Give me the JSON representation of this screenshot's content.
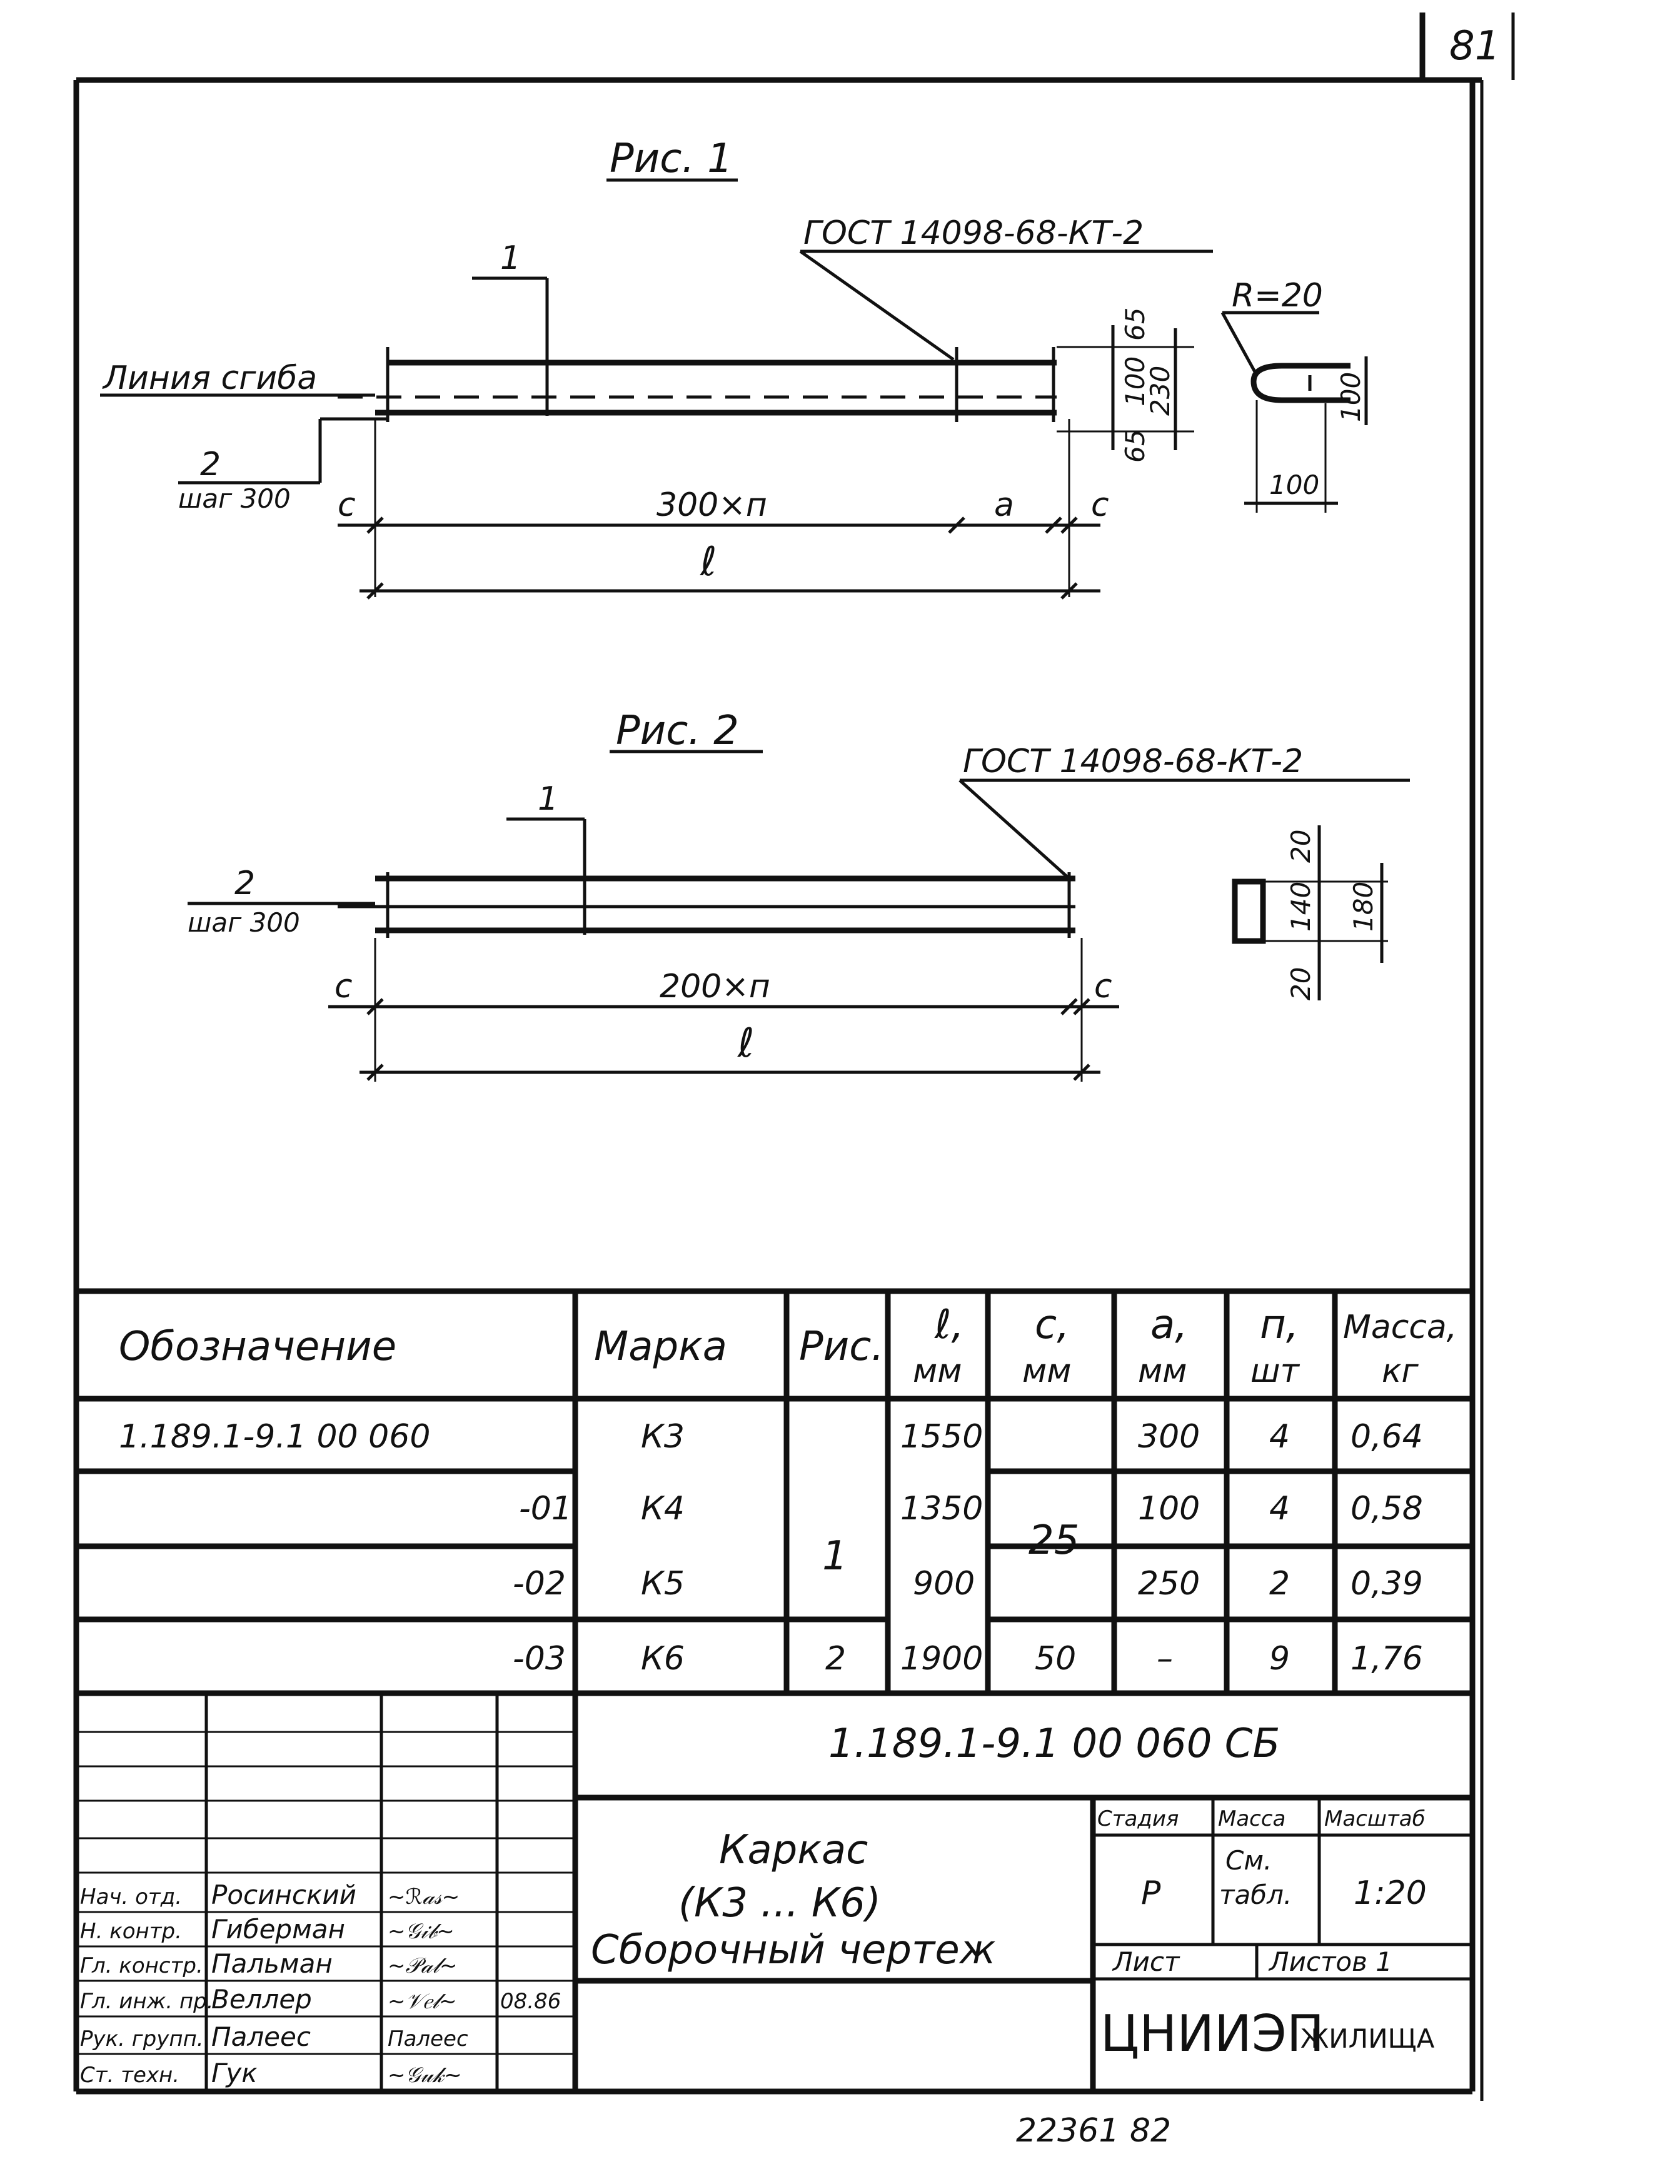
{
  "page_number": "81",
  "footer_number": "22361   82",
  "fig1": {
    "title": "Рис. 1",
    "gost": "ГОСТ 14098-68-КТ-2",
    "pos1": "1",
    "bend_line": "Линия сгиба",
    "pos2": "2",
    "pos2_step": "шаг 300",
    "dim_c": "c",
    "dim_main": "300×п",
    "dim_a": "а",
    "dim_l": "ℓ",
    "dim_65_top": "65",
    "dim_100": "100",
    "dim_230": "230",
    "dim_65_bottom": "65",
    "radius": "R=20",
    "sec_100_v": "100",
    "sec_100_h": "100"
  },
  "fig2": {
    "title": "Рис. 2",
    "gost": "ГОСТ 14098-68-КТ-2",
    "pos1": "1",
    "pos2": "2",
    "pos2_step": "шаг 300",
    "dim_c": "c",
    "dim_main": "200×п",
    "dim_l": "ℓ",
    "dim_20_top": "20",
    "dim_140": "140",
    "dim_180": "180",
    "dim_20_bottom": "20"
  },
  "spec_table": {
    "headers": {
      "designation": "Обозначение",
      "mark": "Марка",
      "fig": "Рис.",
      "l": "ℓ,",
      "l_unit": "мм",
      "c": "с,",
      "c_unit": "мм",
      "a": "а,",
      "a_unit": "мм",
      "n": "п,",
      "n_unit": "шт",
      "mass": "Масса,",
      "mass_unit": "кг"
    },
    "rows": [
      {
        "designation": "1.189.1-9.1  00 060",
        "mark": "К3",
        "l": "1550",
        "a": "300",
        "n": "4",
        "mass": "0,64"
      },
      {
        "designation": "-01",
        "mark": "К4",
        "l": "1350",
        "a": "100",
        "n": "4",
        "mass": "0,58"
      },
      {
        "designation": "-02",
        "mark": "К5",
        "l": "900",
        "a": "250",
        "n": "2",
        "mass": "0,39"
      },
      {
        "designation": "-03",
        "mark": "К6",
        "l": "1900",
        "a": "–",
        "n": "9",
        "mass": "1,76"
      }
    ],
    "fig_merged_1": "1",
    "fig_row_4": "2",
    "c_merged": "25",
    "c_row_4": "50"
  },
  "title_block": {
    "doc_code": "1.189.1-9.1  00 060  СБ",
    "name_line1": "Каркас",
    "name_line2": "(К3 ... К6)",
    "name_line3": "Сборочный чертеж",
    "stage_label": "Стадия",
    "mass_label": "Масса",
    "scale_label": "Масштаб",
    "stage": "Р",
    "mass_line1": "См.",
    "mass_line2": "табл.",
    "scale": "1:20",
    "sheet_label": "Лист",
    "sheets_label": "Листов 1",
    "org_main": "ЦНИИЭП",
    "org_sub": "ЖИЛИЩА",
    "date": "08.86",
    "people": [
      {
        "role": "Нач. отд.",
        "name": "Росинский",
        "sign": "~ℛ𝒶𝓈~"
      },
      {
        "role": "Н. контр.",
        "name": "Гиберман",
        "sign": "~𝒢𝒾𝒷~"
      },
      {
        "role": "Гл. констр.",
        "name": "Пальман",
        "sign": "~𝒫𝒶𝓁~"
      },
      {
        "role": "Гл. инж. пр.",
        "name": "Веллер",
        "sign": "~𝒱𝑒𝓁~"
      },
      {
        "role": "Рук. групп.",
        "name": "Палеес",
        "sign": "Палеес"
      },
      {
        "role": "Ст. техн.",
        "name": "Гук",
        "sign": "~𝒢𝓊𝓀~"
      }
    ]
  }
}
